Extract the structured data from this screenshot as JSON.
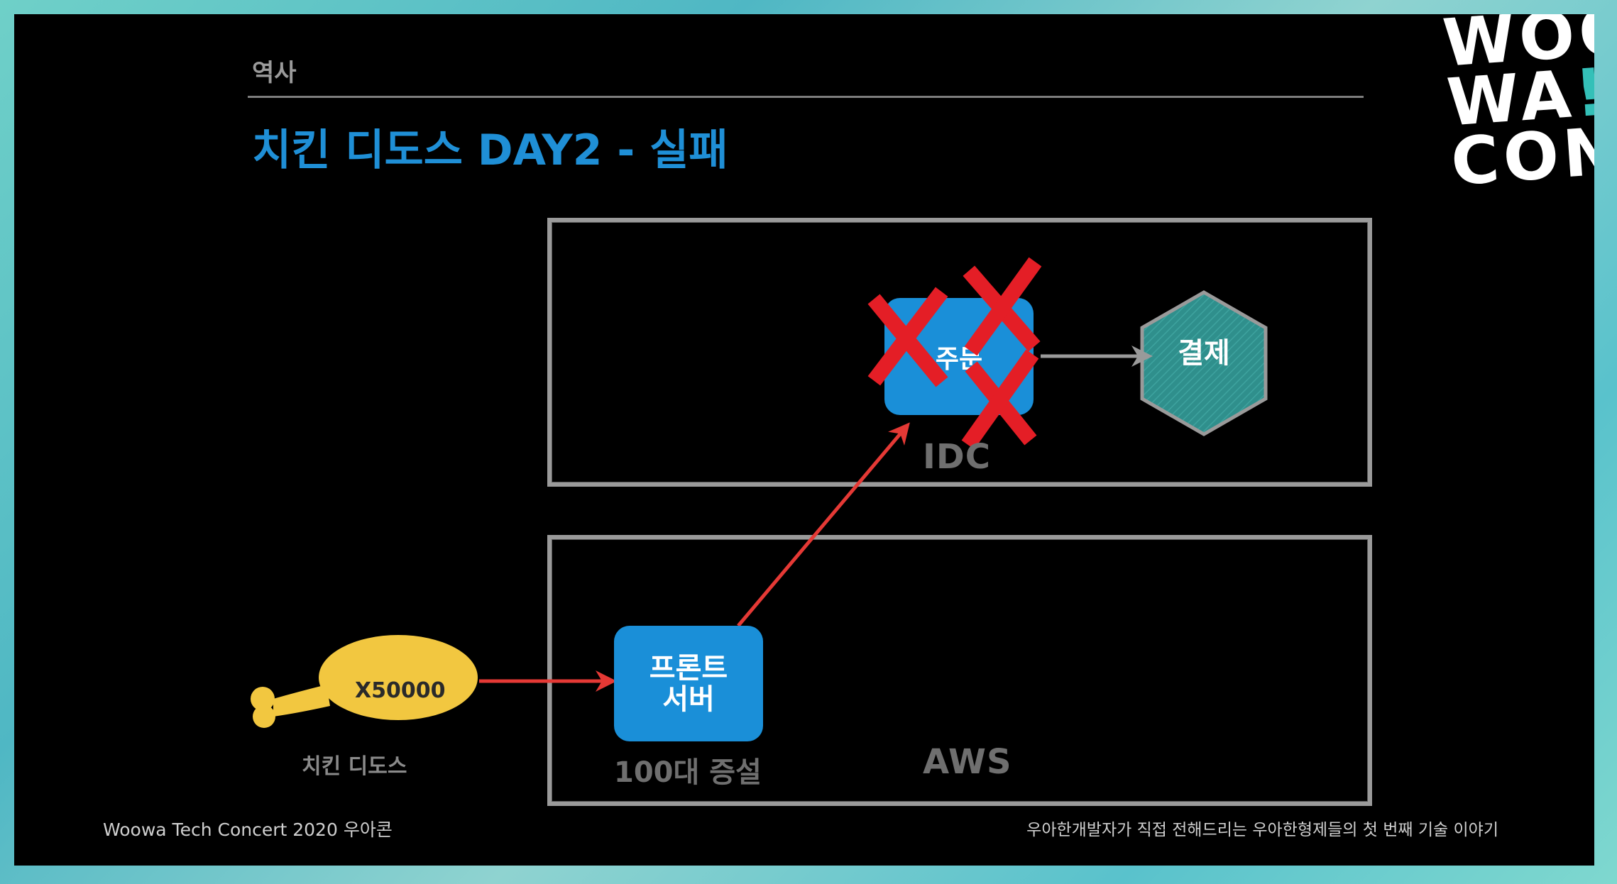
{
  "slide": {
    "section": "역사",
    "title": "치킨 디도스 DAY2 - 실패",
    "logo_lines": [
      "WOO",
      "WA",
      "CON"
    ],
    "logo_bang": "!"
  },
  "diagram": {
    "zones": {
      "idc": "IDC",
      "aws": "AWS"
    },
    "services": {
      "order": "주문",
      "payment": "결제",
      "front": "프론트 서버"
    },
    "front_scale_note": "100대 증설",
    "ddos_multiplier": "X50000",
    "ddos_caption": "치킨 디도스",
    "colors": {
      "title": "#1f8fd6",
      "service_box": "#1a8fd8",
      "payment_hex": "#2f8f8c",
      "arrow_red": "#e53935",
      "arrow_gray": "#9a9a9a",
      "drumstick": "#f2c740",
      "cross": "#e41e26"
    },
    "icons": [
      "drumstick-icon",
      "cross-mark-icon",
      "hexagon-icon"
    ]
  },
  "footer": {
    "left": "Woowa Tech Concert  2020 우아콘",
    "right": "우아한개발자가 직접 전해드리는 우아한형제들의 첫 번째 기술 이야기"
  }
}
